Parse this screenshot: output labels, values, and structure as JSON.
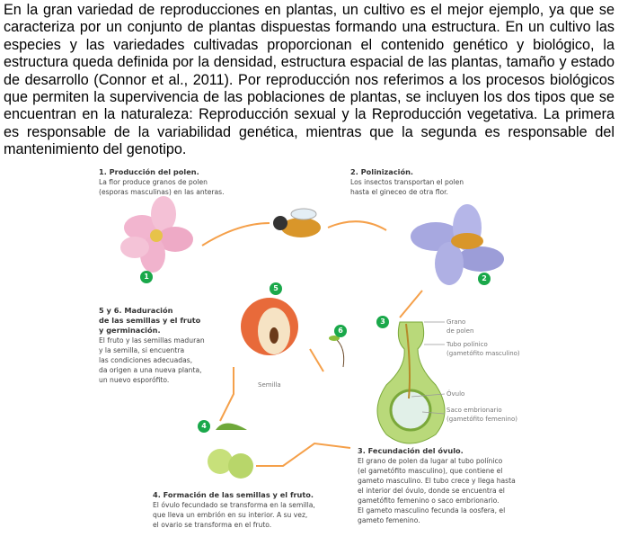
{
  "paragraph": "En la gran variedad de reproducciones en plantas, un cultivo es el mejor ejemplo, ya que se caracteriza por un conjunto de plantas dispuestas formando una estructura. En un cultivo las especies y las variedades cultivadas proporcionan el contenido genético y biológico, la estructura queda definida por la densidad, estructura espacial de las plantas, tamaño y estado de desarrollo (Connor et al., 2011). Por reproducción nos referimos a los procesos biológicos que permiten la supervivencia de las poblaciones de plantas, se incluyen los dos tipos que se encuentran en la naturaleza: Reproducción sexual y la Reproducción vegetativa. La primera es responsable de la variabilidad genética, mientras que la segunda es responsable del mantenimiento del genotipo.",
  "figure": {
    "step1": {
      "title": "1. Producción del polen.",
      "lines": [
        "La flor produce granos de polen",
        "(esporas masculinas) en las anteras."
      ]
    },
    "step2": {
      "title": "2. Polinización.",
      "lines": [
        "Los insectos transportan el polen",
        "hasta el gineceo de otra flor."
      ]
    },
    "step3": {
      "title": "3. Fecundación del óvulo.",
      "lines": [
        "El grano de polen da lugar al tubo polínico",
        "(el gametófito masculino), que contiene el",
        "gameto masculino. El tubo crece y llega hasta",
        "el interior del óvulo, donde se encuentra el",
        "gametófito femenino o saco embrionario.",
        "El gameto masculino fecunda la oosfera, el",
        "gameto femenino."
      ]
    },
    "step4": {
      "title": "4. Formación de las semillas y el fruto.",
      "lines": [
        "El óvulo fecundado se transforma en la semilla,",
        "que lleva un embrión en su interior. A su vez,",
        "el ovario se transforma en el fruto."
      ]
    },
    "step56": {
      "title_lines": [
        "5 y 6. Maduración",
        "de las semillas y el fruto",
        "y germinación."
      ],
      "lines": [
        "El fruto y las semillas maduran",
        "y la semilla, si encuentra",
        "las condiciones adecuadas,",
        "da origen a una nueva planta,",
        "un nuevo esporófito."
      ]
    },
    "labels": {
      "grano": [
        "Grano",
        "de polen"
      ],
      "tubo": [
        "Tubo polínico",
        "(gametófito masculino)"
      ],
      "ovulo": "Óvulo",
      "saco": [
        "Saco embrionario",
        "(gametófito femenino)"
      ],
      "semilla": "Semilla"
    },
    "numbers": [
      "1",
      "2",
      "3",
      "4",
      "5",
      "6"
    ]
  }
}
